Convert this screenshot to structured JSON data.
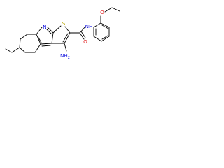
{
  "atoms": {
    "n_pyridine": "N",
    "s_thiophene": "S",
    "nh_amide": "NH",
    "o_carbonyl": "O",
    "o_ether": "O",
    "nh2_amino": "NH2",
    "nh2_amino_main": "NH",
    "nh2_amino_sub": "2"
  },
  "colors": {
    "nitrogen": "#1f1fe0",
    "sulfur": "#b8a400",
    "oxygen": "#e01f1f",
    "bond": "#000000"
  }
}
